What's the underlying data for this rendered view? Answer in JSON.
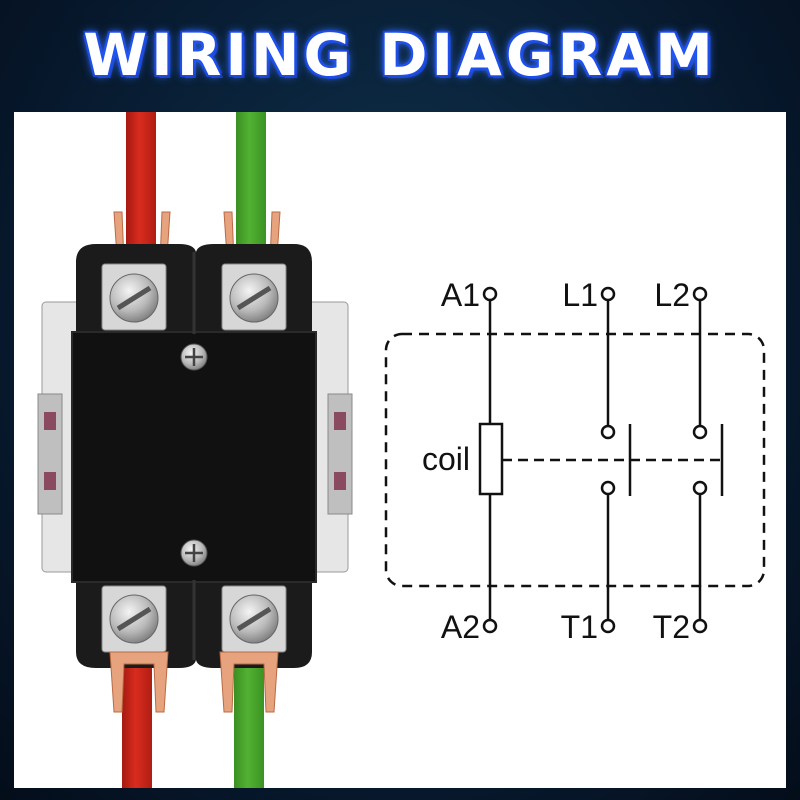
{
  "title": "WIRING DIAGRAM",
  "schematic": {
    "top_terminals": [
      "A1",
      "L1",
      "L2"
    ],
    "bottom_terminals": [
      "A2",
      "T1",
      "T2"
    ],
    "coil_label": "coil"
  },
  "wire_colors": {
    "left": "#d92b1f",
    "right": "#52b233"
  }
}
